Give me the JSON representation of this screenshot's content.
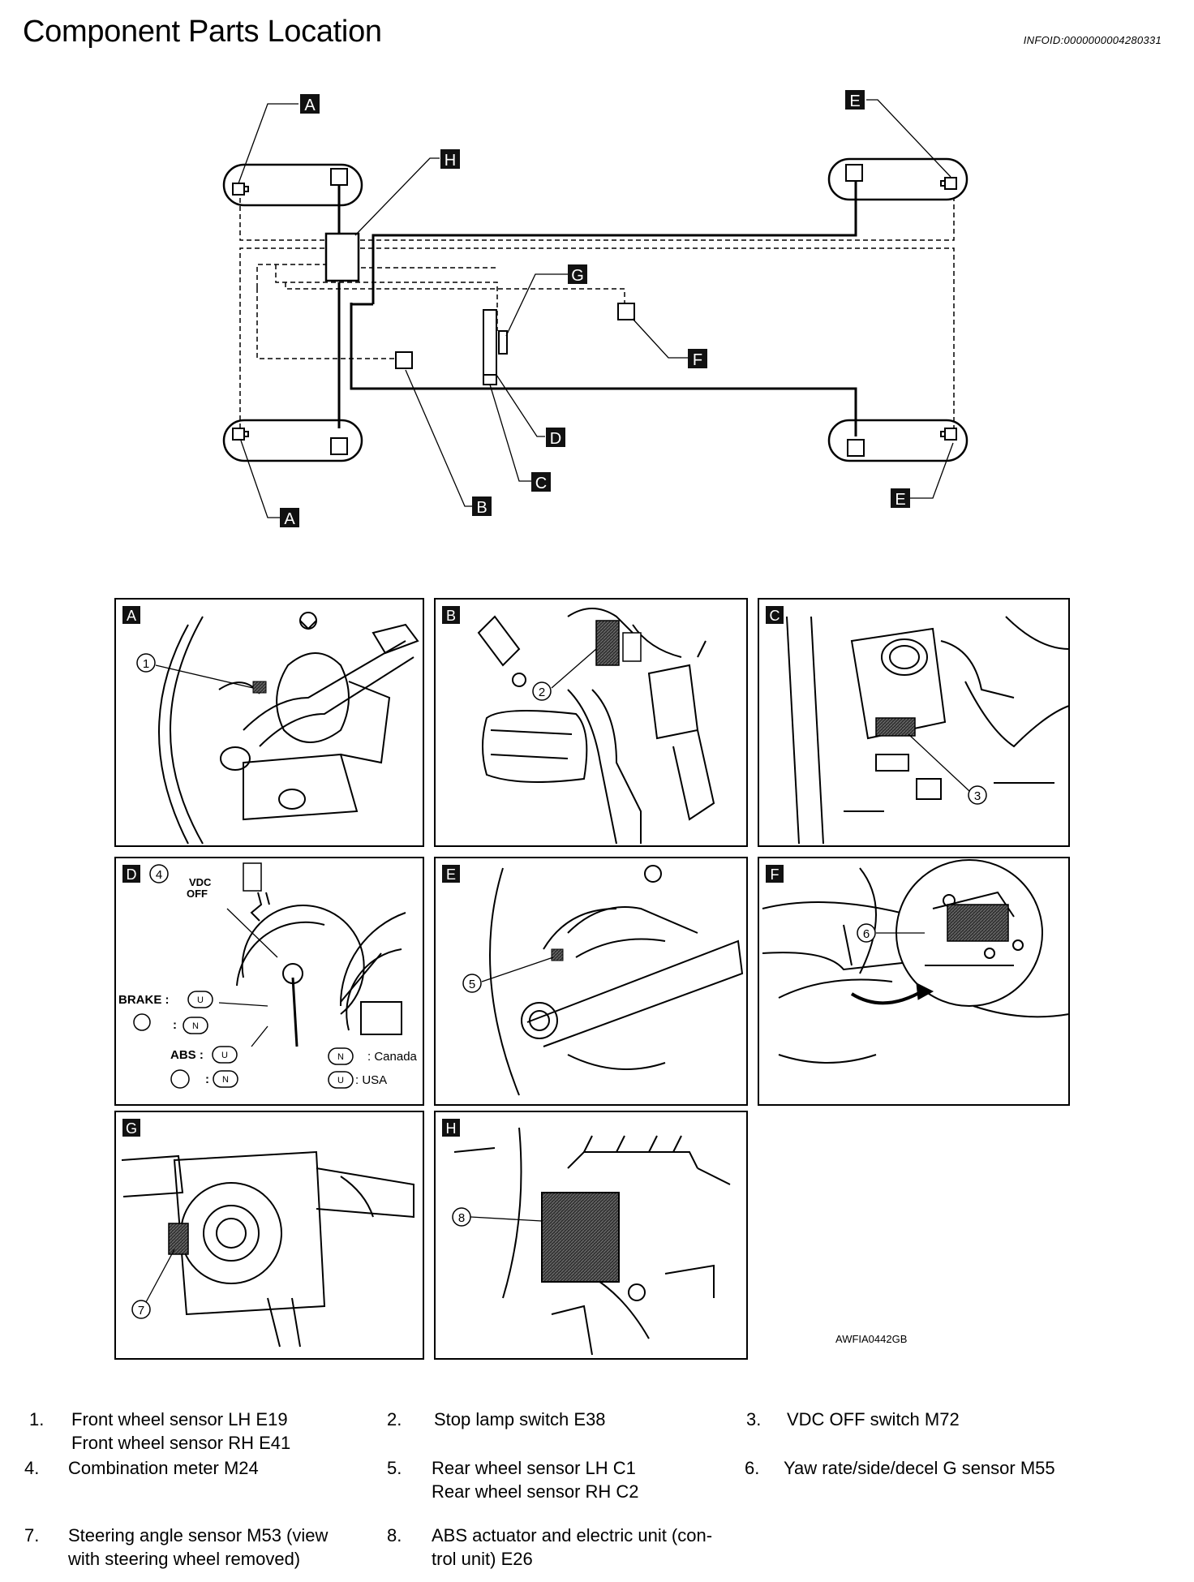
{
  "page": {
    "title": "Component Parts Location",
    "info_id": "INFOID:0000000004280331",
    "figure_code": "AWFIA0442GB"
  },
  "layout_labels": [
    "A",
    "H",
    "E",
    "G",
    "F",
    "D",
    "C",
    "B",
    "A",
    "E"
  ],
  "panels": [
    {
      "letter": "A",
      "callout": "1"
    },
    {
      "letter": "B",
      "callout": "2"
    },
    {
      "letter": "C",
      "callout": "3"
    },
    {
      "letter": "D",
      "callout": "4"
    },
    {
      "letter": "E",
      "callout": "5"
    },
    {
      "letter": "F",
      "callout": "6"
    },
    {
      "letter": "G",
      "callout": "7"
    },
    {
      "letter": "H",
      "callout": "8"
    }
  ],
  "meter_panel": {
    "vdc_line1": "VDC",
    "vdc_line2": "OFF",
    "brake_label": "BRAKE :",
    "abs_label": "ABS :",
    "sym_u": "U",
    "sym_n": "N",
    "colon": ":",
    "canada_label": ": Canada",
    "usa_label": ": USA"
  },
  "legend": [
    {
      "num": "1.",
      "text": "Front wheel sensor LH E19\nFront wheel sensor RH E41"
    },
    {
      "num": "2.",
      "text": "Stop lamp switch E38"
    },
    {
      "num": "3.",
      "text": "VDC OFF switch M72"
    },
    {
      "num": "4.",
      "text": "Combination meter M24"
    },
    {
      "num": "5.",
      "text": "Rear wheel sensor LH C1\nRear wheel sensor RH C2"
    },
    {
      "num": "6.",
      "text": "Yaw rate/side/decel G sensor M55"
    },
    {
      "num": "7.",
      "text": "Steering angle sensor M53 (view\nwith steering wheel removed)"
    },
    {
      "num": "8.",
      "text": "ABS actuator and electric unit (con-\ntrol unit) E26"
    }
  ]
}
